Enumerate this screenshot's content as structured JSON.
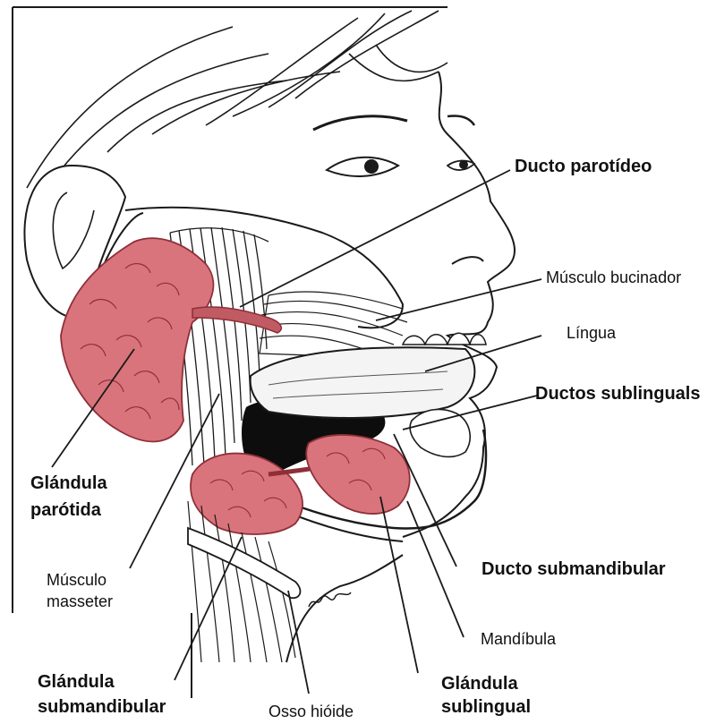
{
  "colors": {
    "gland": "#d9747c",
    "gland_dark": "#8e2f38",
    "ink": "#1a1a1a",
    "cavity": "#0d0d0d",
    "skin": "#ffffff"
  },
  "labels": {
    "parotid_duct": "Ducto parotídeo",
    "buccinator": "Músculo bucinador",
    "tongue": "Língua",
    "sublingual_ducts": "Ductos sublinguals",
    "parotid_gland_1": "Glándula",
    "parotid_gland_2": "parótida",
    "submandibular_duct": "Ducto submandibular",
    "masseter_1": "Músculo",
    "masseter_2": "masseter",
    "mandible": "Mandíbula",
    "submandibular_gland_1": "Glándula",
    "submandibular_gland_2": "submandibular",
    "hyoid": "Osso hióide",
    "sublingual_gland_1": "Glándula",
    "sublingual_gland_2": "sublingual"
  }
}
